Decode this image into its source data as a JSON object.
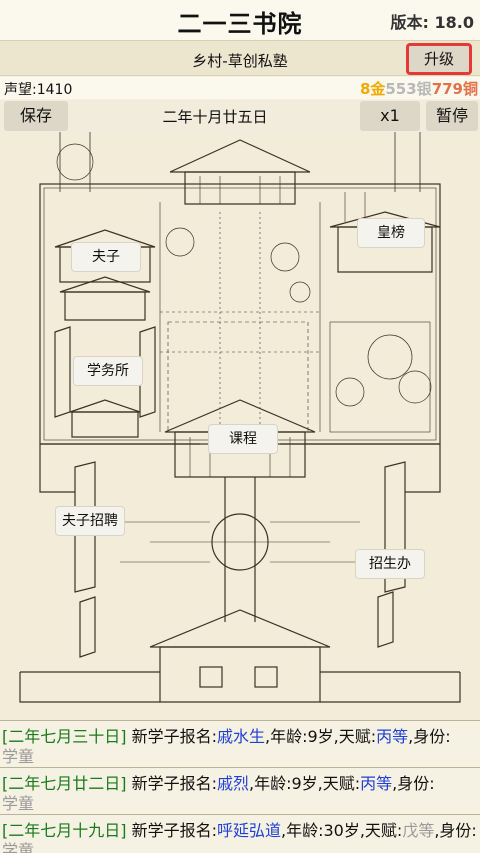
{
  "app": {
    "title": "二一三书院",
    "version": "版本: 18.0"
  },
  "school": {
    "level": "乡村-草创私塾",
    "upgrade_label": "升级"
  },
  "stats": {
    "reputation": "声望:1410",
    "gold": "8金",
    "silver": "553银",
    "copper": "779铜"
  },
  "controls": {
    "save_label": "保存",
    "date": "二年十月廿五日",
    "speed_label": "x1",
    "pause_label": "暂停"
  },
  "map": {
    "labels": {
      "fuzi": "夫子",
      "huangbang": "皇榜",
      "xuewusuo": "学务所",
      "kecheng": "课程",
      "fuzizhaopin": "夫子招聘",
      "zhaoshengban": "招生办"
    }
  },
  "log": [
    {
      "date": "[二年七月三十日]",
      "text1": " 新学子报名:",
      "name": "戚水生",
      "text2": ",年龄:",
      "age": "9",
      "text3": "岁,天赋:",
      "talent": "丙等",
      "text4": ",身份:",
      "tail": "学童"
    },
    {
      "date": "[二年七月廿二日]",
      "text1": " 新学子报名:",
      "name": "戚烈",
      "text2": ",年龄:",
      "age": "9",
      "text3": "岁,天赋:",
      "talent": "丙等",
      "text4": ",身份:",
      "tail": "学童"
    },
    {
      "date": "[二年七月十九日]",
      "text1": " 新学子报名:",
      "name": "呼延弘道",
      "text2": ",年龄:",
      "age": "30",
      "text3": "岁,天赋:",
      "talent": "戊等",
      "text4": ",身份:",
      "tail": "学童"
    }
  ],
  "colors": {
    "gold": "#f2a900",
    "silver": "#b8b8b8",
    "copper": "#e2724a",
    "date_green": "#1b7a1b",
    "name_blue": "#1f3fd6",
    "highlight_red": "#e53935"
  }
}
